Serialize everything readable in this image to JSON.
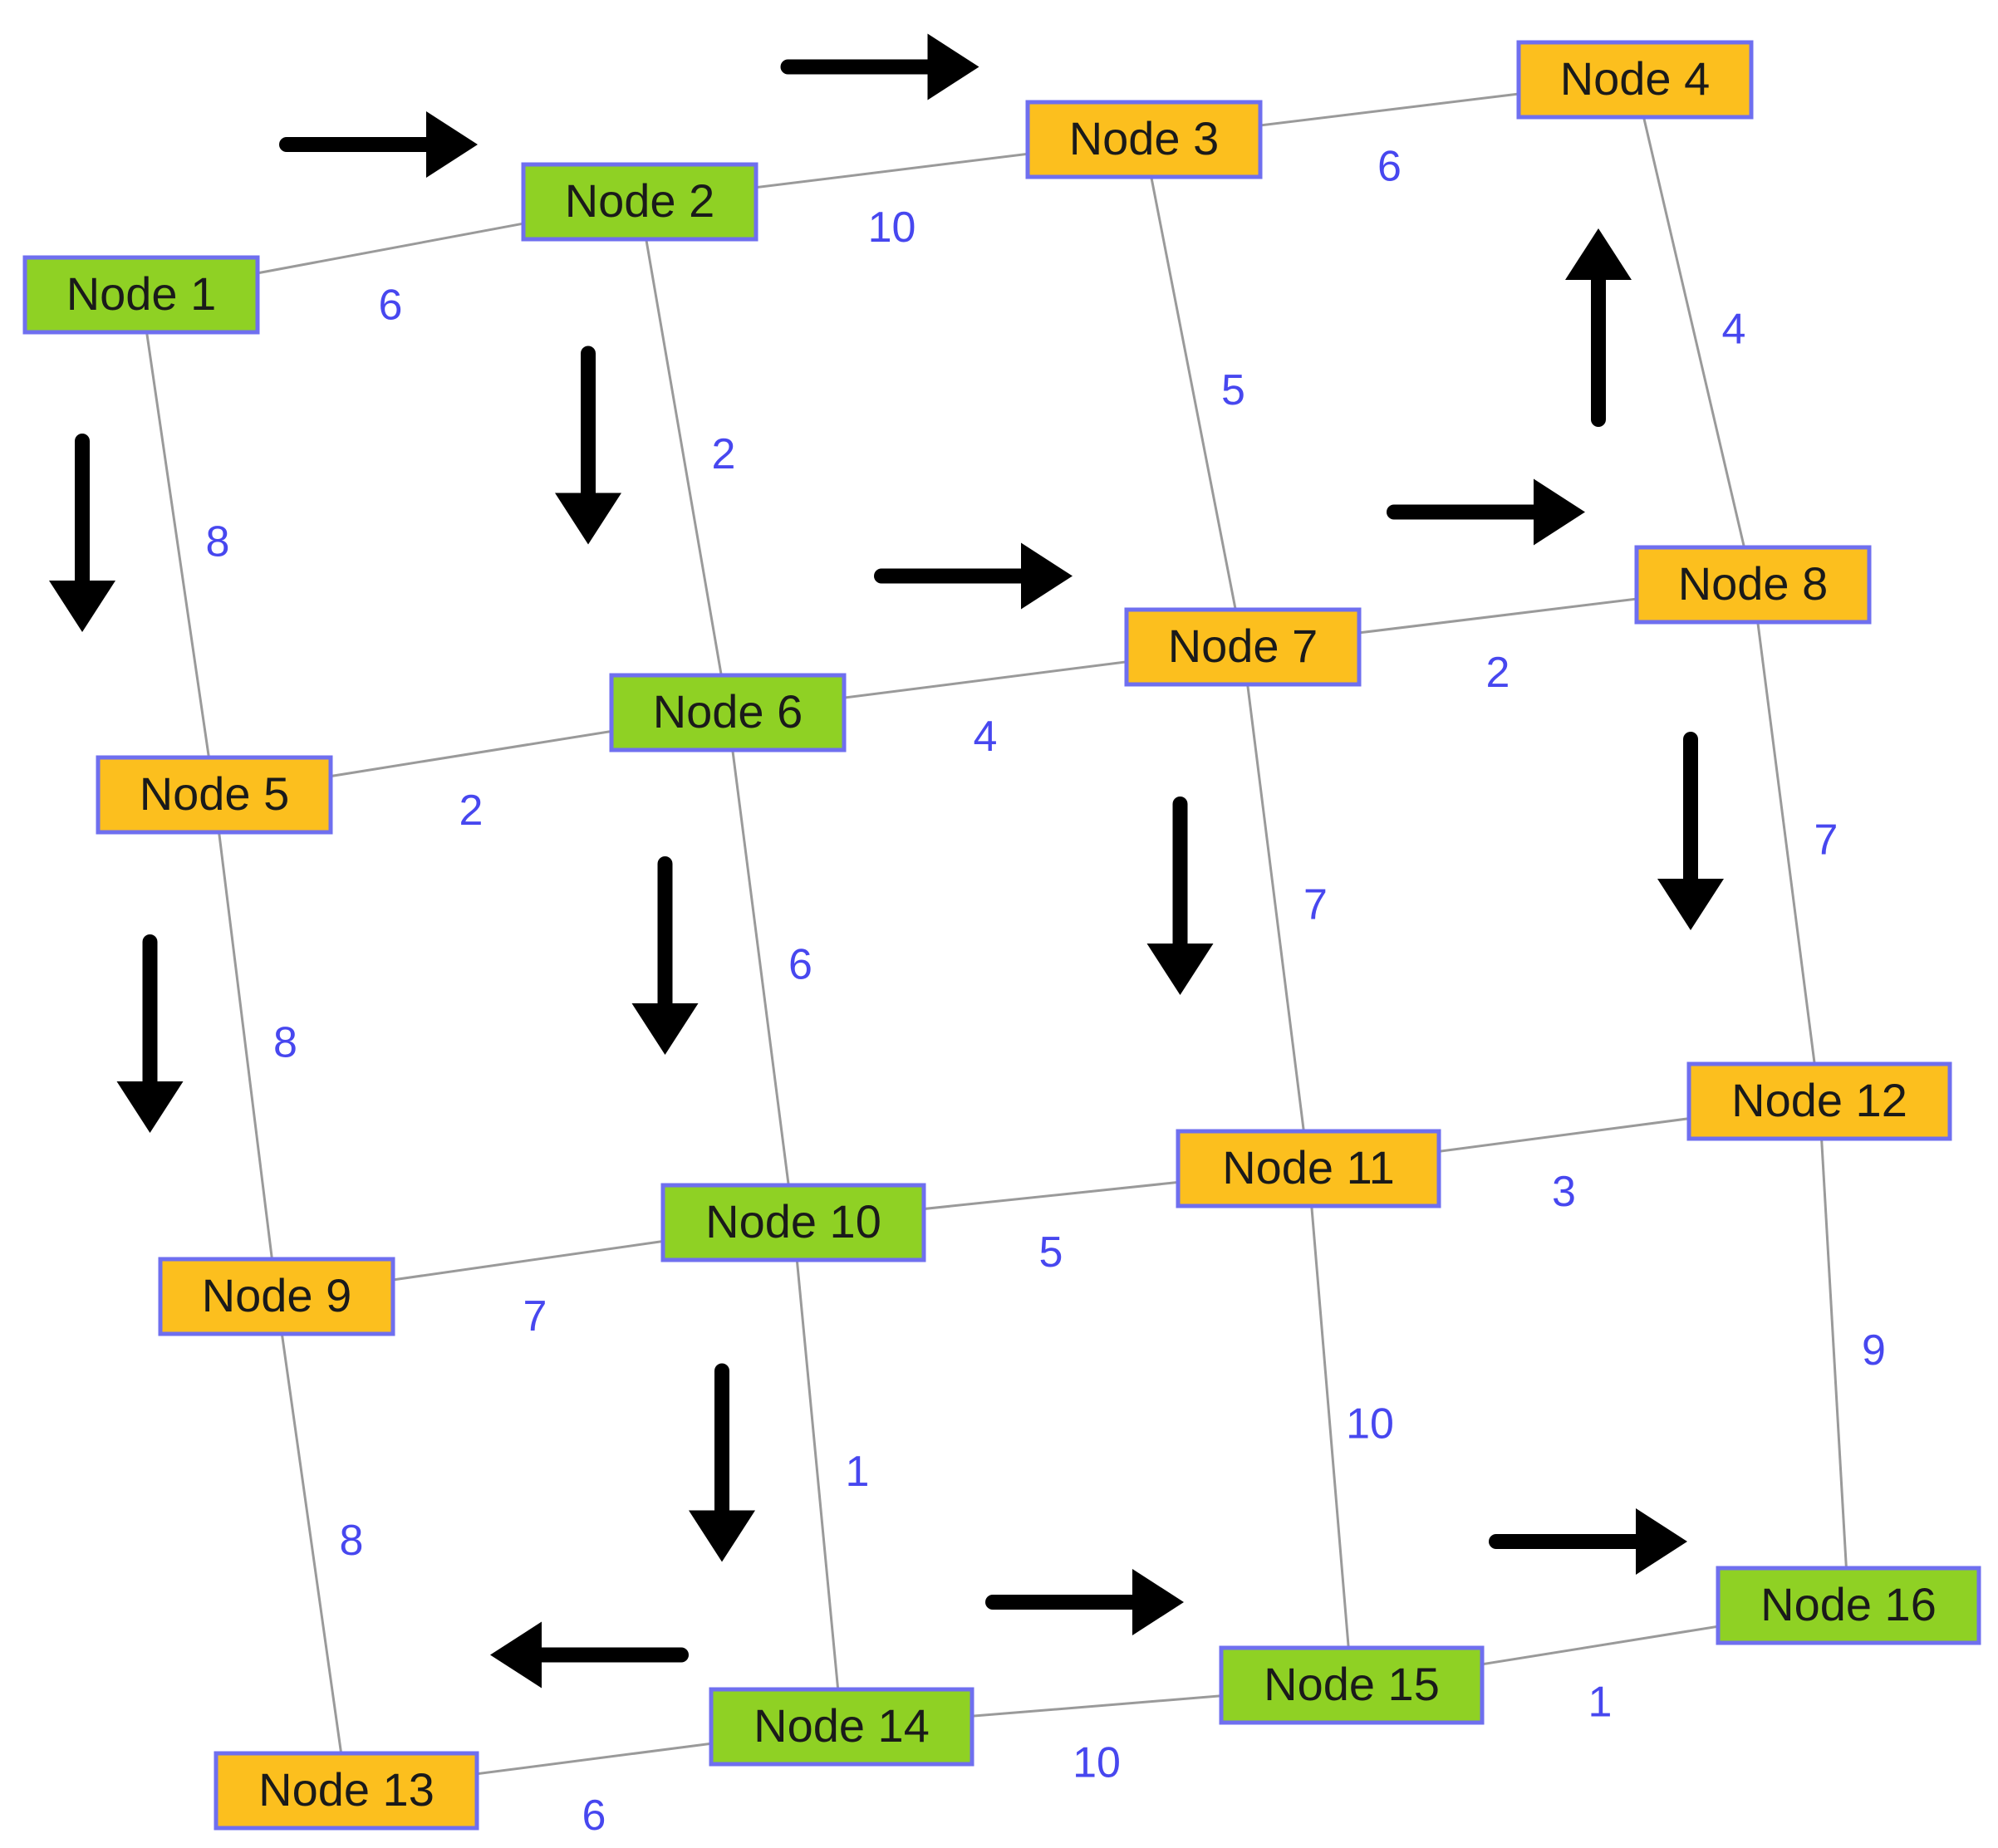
{
  "colors": {
    "node_green": "#8fd124",
    "node_orange": "#fcbf1e",
    "node_border": "#6f6fef",
    "edge": "#9a9a9a",
    "weight_text": "#4747ef",
    "arrow": "#000000",
    "node_text": "#1a1a1a"
  },
  "nodes": [
    {
      "id": 1,
      "label": "Node 1",
      "fill": "green"
    },
    {
      "id": 2,
      "label": "Node 2",
      "fill": "green"
    },
    {
      "id": 3,
      "label": "Node 3",
      "fill": "orange"
    },
    {
      "id": 4,
      "label": "Node 4",
      "fill": "orange"
    },
    {
      "id": 5,
      "label": "Node 5",
      "fill": "orange"
    },
    {
      "id": 6,
      "label": "Node 6",
      "fill": "green"
    },
    {
      "id": 7,
      "label": "Node 7",
      "fill": "orange"
    },
    {
      "id": 8,
      "label": "Node 8",
      "fill": "orange"
    },
    {
      "id": 9,
      "label": "Node 9",
      "fill": "orange"
    },
    {
      "id": 10,
      "label": "Node 10",
      "fill": "green"
    },
    {
      "id": 11,
      "label": "Node 11",
      "fill": "orange"
    },
    {
      "id": 12,
      "label": "Node 12",
      "fill": "orange"
    },
    {
      "id": 13,
      "label": "Node 13",
      "fill": "orange"
    },
    {
      "id": 14,
      "label": "Node 14",
      "fill": "green"
    },
    {
      "id": 15,
      "label": "Node 15",
      "fill": "green"
    },
    {
      "id": 16,
      "label": "Node 16",
      "fill": "green"
    }
  ],
  "edges": [
    {
      "from": 1,
      "to": 2,
      "weight": "6"
    },
    {
      "from": 2,
      "to": 3,
      "weight": "10"
    },
    {
      "from": 3,
      "to": 4,
      "weight": "6"
    },
    {
      "from": 5,
      "to": 6,
      "weight": "2"
    },
    {
      "from": 6,
      "to": 7,
      "weight": "4"
    },
    {
      "from": 7,
      "to": 8,
      "weight": "2"
    },
    {
      "from": 9,
      "to": 10,
      "weight": "7"
    },
    {
      "from": 10,
      "to": 11,
      "weight": "5"
    },
    {
      "from": 11,
      "to": 12,
      "weight": "3"
    },
    {
      "from": 13,
      "to": 14,
      "weight": "6"
    },
    {
      "from": 14,
      "to": 15,
      "weight": "10"
    },
    {
      "from": 15,
      "to": 16,
      "weight": "1"
    },
    {
      "from": 1,
      "to": 5,
      "weight": "8"
    },
    {
      "from": 5,
      "to": 9,
      "weight": "8"
    },
    {
      "from": 9,
      "to": 13,
      "weight": "8"
    },
    {
      "from": 2,
      "to": 6,
      "weight": "2"
    },
    {
      "from": 6,
      "to": 10,
      "weight": "6"
    },
    {
      "from": 10,
      "to": 14,
      "weight": "1"
    },
    {
      "from": 3,
      "to": 7,
      "weight": "5"
    },
    {
      "from": 7,
      "to": 11,
      "weight": "7"
    },
    {
      "from": 11,
      "to": 15,
      "weight": "10"
    },
    {
      "from": 4,
      "to": 8,
      "weight": "4"
    },
    {
      "from": 8,
      "to": 12,
      "weight": "7"
    },
    {
      "from": 12,
      "to": 16,
      "weight": "9"
    }
  ],
  "arrows": [
    {
      "direction": "right",
      "between": [
        1,
        2
      ]
    },
    {
      "direction": "right",
      "between": [
        2,
        3
      ]
    },
    {
      "direction": "down",
      "between": [
        1,
        5
      ]
    },
    {
      "direction": "down",
      "between": [
        2,
        6
      ]
    },
    {
      "direction": "right",
      "between": [
        6,
        7
      ]
    },
    {
      "direction": "right",
      "between": [
        7,
        8
      ]
    },
    {
      "direction": "up",
      "between": [
        4,
        8
      ]
    },
    {
      "direction": "down",
      "between": [
        5,
        9
      ]
    },
    {
      "direction": "down",
      "between": [
        6,
        10
      ]
    },
    {
      "direction": "down",
      "between": [
        7,
        11
      ]
    },
    {
      "direction": "down",
      "between": [
        8,
        12
      ]
    },
    {
      "direction": "down",
      "between": [
        10,
        14
      ]
    },
    {
      "direction": "left",
      "between": [
        13,
        14
      ]
    },
    {
      "direction": "right",
      "between": [
        14,
        15
      ]
    },
    {
      "direction": "right",
      "between": [
        15,
        16
      ]
    }
  ]
}
